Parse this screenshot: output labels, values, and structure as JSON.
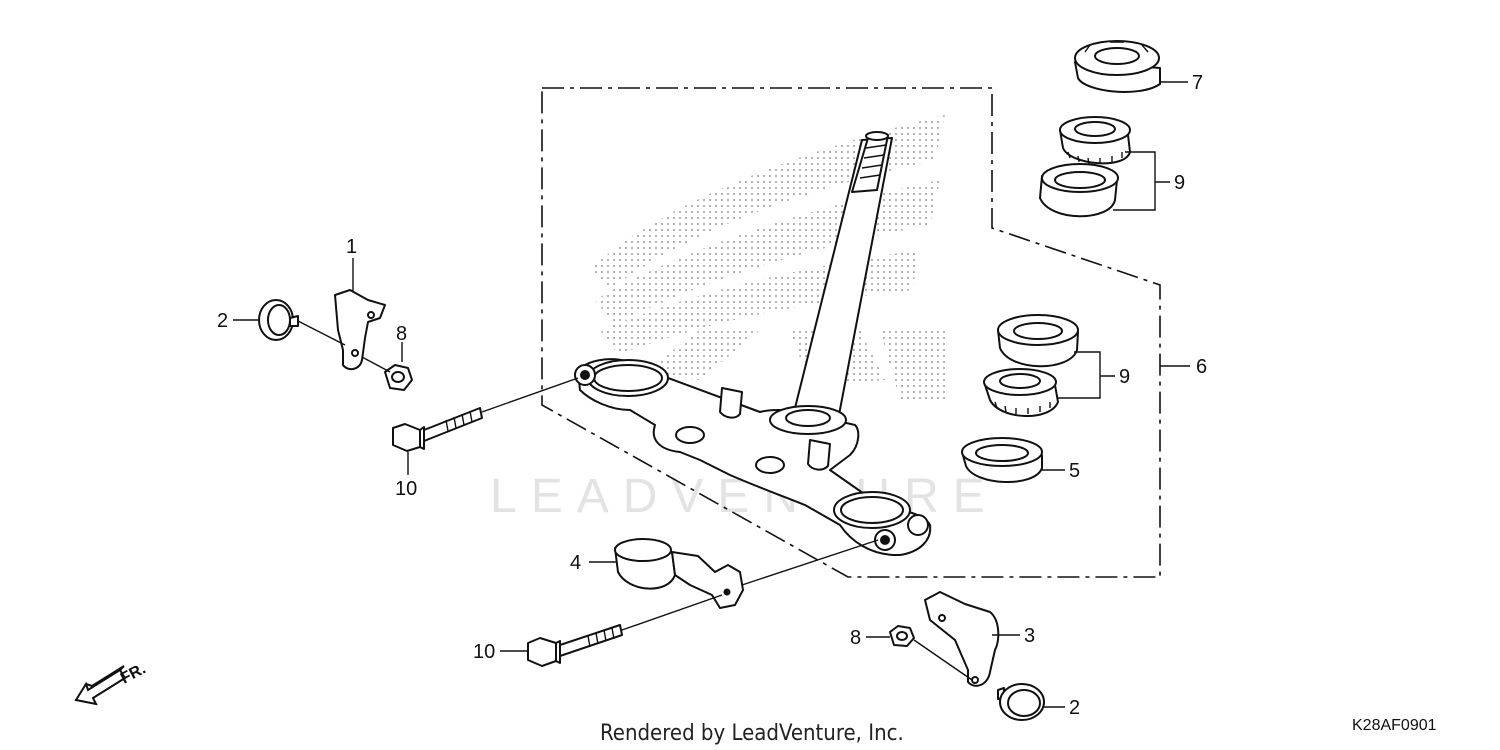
{
  "diagram": {
    "watermark": "LEADVENTURE",
    "footer": "Rendered by LeadVenture, Inc.",
    "diagram_code": "K28AF0901",
    "direction_label": "FR.",
    "callouts": [
      "1",
      "2",
      "8",
      "10",
      "4",
      "10",
      "8",
      "3",
      "2",
      "7",
      "9",
      "9",
      "5",
      "6"
    ]
  },
  "icons": {
    "logo": "wing-logo-watermark",
    "direction": "front-arrow-icon"
  }
}
